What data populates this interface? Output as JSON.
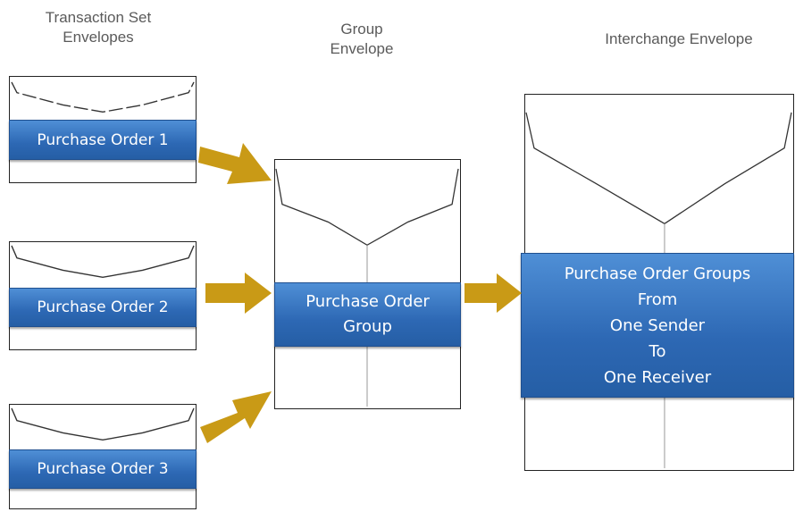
{
  "headings": {
    "transaction": [
      "Transaction Set",
      "Envelopes"
    ],
    "group": [
      "Group",
      "Envelope"
    ],
    "interchange": "Interchange Envelope"
  },
  "transaction_envelopes": [
    {
      "label": "Purchase Order 1"
    },
    {
      "label": "Purchase Order 2"
    },
    {
      "label": "Purchase Order 3"
    }
  ],
  "group_envelope": {
    "lines": [
      "Purchase Order",
      "Group"
    ]
  },
  "interchange_envelope": {
    "lines": [
      "Purchase Order Groups",
      "From",
      "One Sender",
      "To",
      "One Receiver"
    ]
  },
  "colors": {
    "bar_blue": "#2d68b4",
    "arrow_gold": "#c99a16"
  }
}
